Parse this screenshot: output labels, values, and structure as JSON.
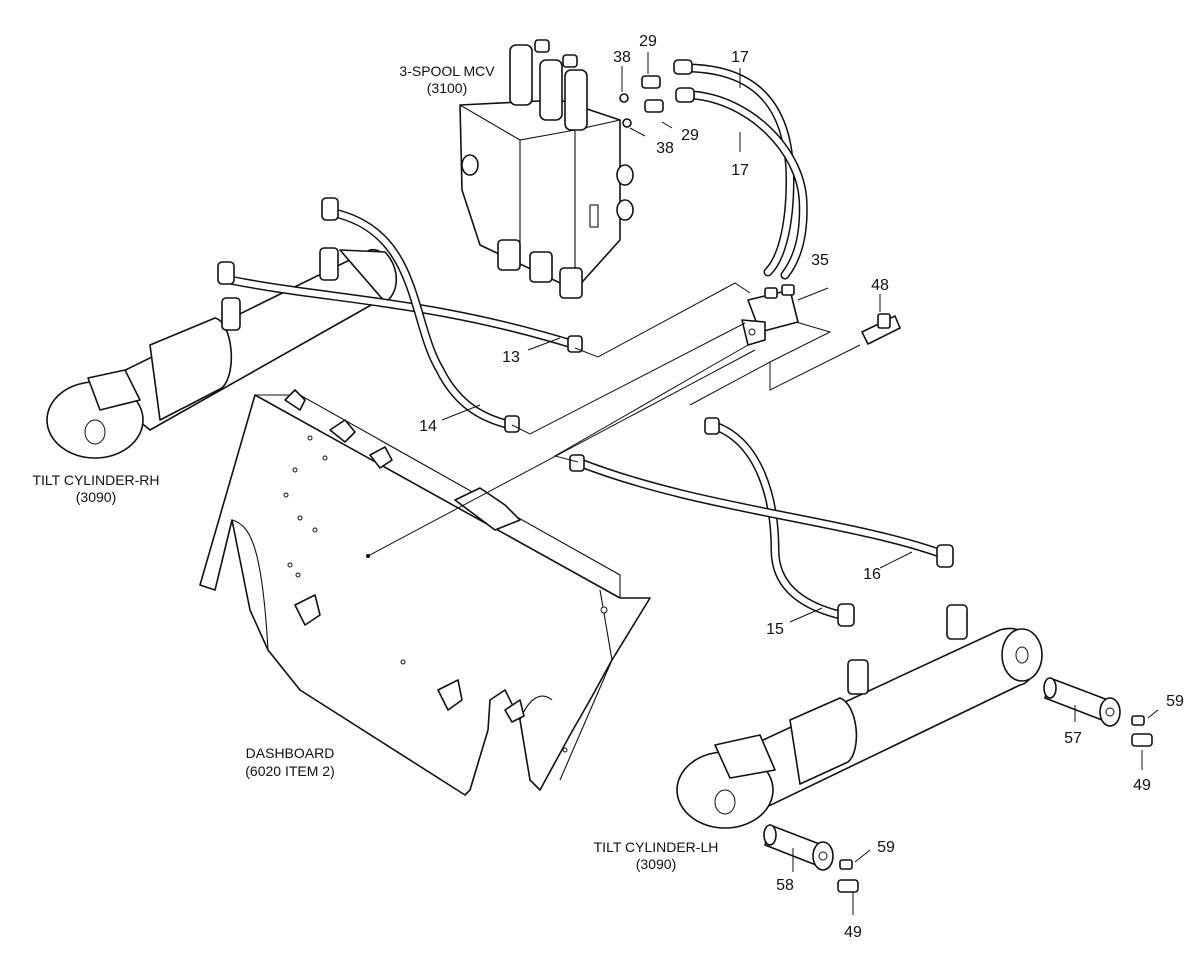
{
  "labels": {
    "mcv_name": "3-SPOOL MCV",
    "mcv_ref": "(3100)",
    "tilt_rh_name": "TILT CYLINDER-RH",
    "tilt_rh_ref": "(3090)",
    "tilt_lh_name": "TILT CYLINDER-LH",
    "tilt_lh_ref": "(3090)",
    "dashboard_name": "DASHBOARD",
    "dashboard_ref": "(6020 ITEM 2)"
  },
  "callouts": {
    "c13": "13",
    "c14": "14",
    "c15": "15",
    "c16": "16",
    "c17a": "17",
    "c17b": "17",
    "c29a": "29",
    "c29b": "29",
    "c35": "35",
    "c38a": "38",
    "c38b": "38",
    "c48": "48",
    "c49a": "49",
    "c49b": "49",
    "c57": "57",
    "c58": "58",
    "c59a": "59",
    "c59b": "59"
  }
}
